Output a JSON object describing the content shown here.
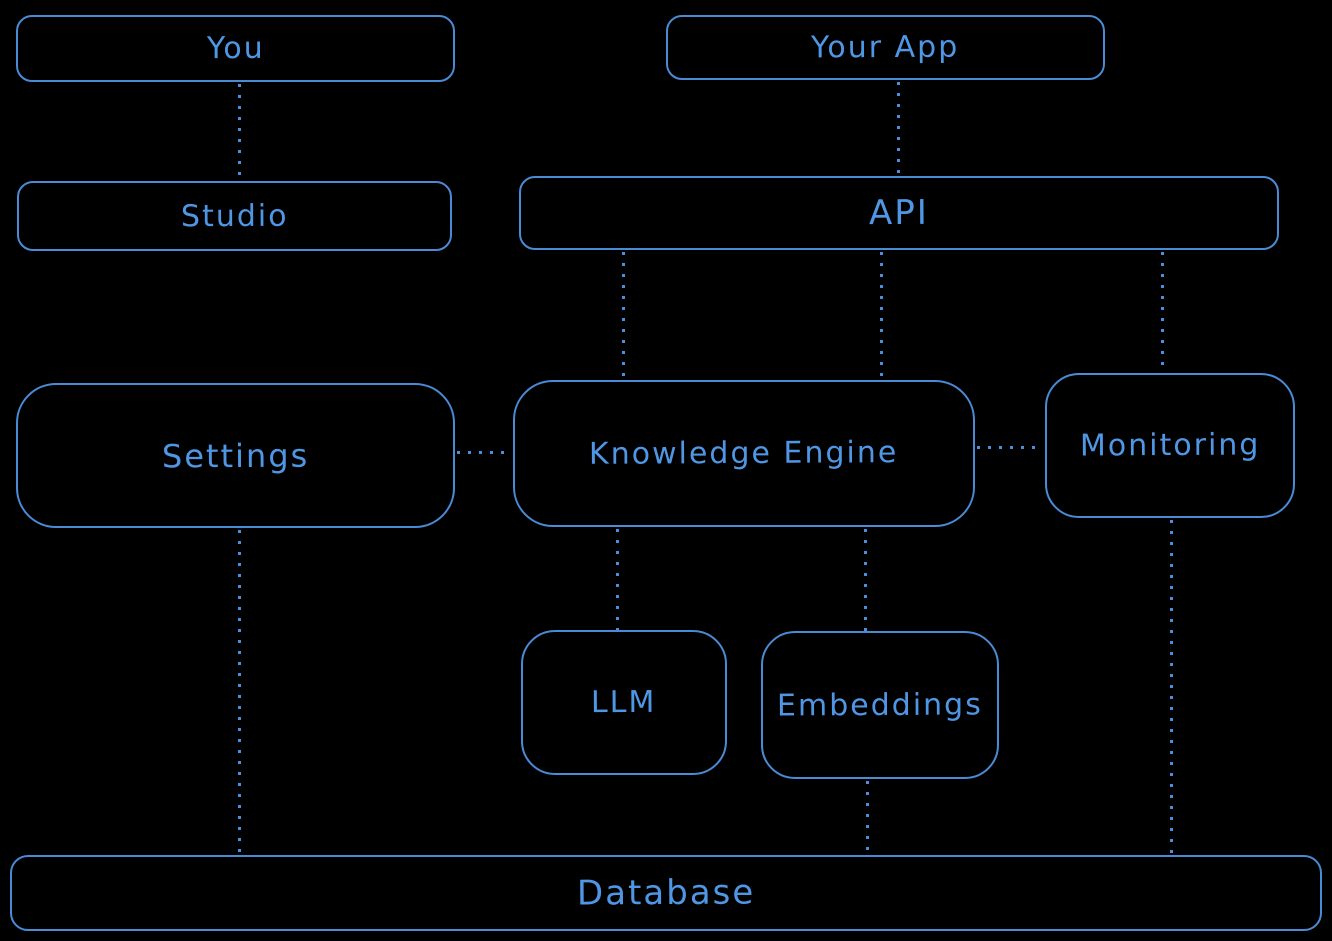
{
  "diagram": {
    "type": "architecture-flowchart",
    "style": "hand-drawn",
    "colors": {
      "background": "#000000",
      "node_border": "#4a8bd6",
      "node_text": "#4f97e4",
      "edge": "#4a8fdd"
    },
    "nodes": {
      "you": {
        "label": "You"
      },
      "your_app": {
        "label": "Your App"
      },
      "studio": {
        "label": "Studio"
      },
      "api": {
        "label": "API"
      },
      "settings": {
        "label": "Settings"
      },
      "knowledge_engine": {
        "label": "Knowledge Engine"
      },
      "monitoring": {
        "label": "Monitoring"
      },
      "llm": {
        "label": "LLM"
      },
      "embeddings": {
        "label": "Embeddings"
      },
      "database": {
        "label": "Database"
      }
    },
    "edges": [
      {
        "from": "You",
        "to": "Studio",
        "style": "dotted"
      },
      {
        "from": "Your App",
        "to": "API",
        "style": "dotted"
      },
      {
        "from": "API",
        "to": "Knowledge Engine",
        "style": "dotted"
      },
      {
        "from": "API",
        "to": "Knowledge Engine",
        "style": "dotted"
      },
      {
        "from": "API",
        "to": "Monitoring",
        "style": "dotted"
      },
      {
        "from": "Settings",
        "to": "Knowledge Engine",
        "style": "dotted"
      },
      {
        "from": "Knowledge Engine",
        "to": "Monitoring",
        "style": "dotted"
      },
      {
        "from": "Settings",
        "to": "Database",
        "style": "dotted"
      },
      {
        "from": "Knowledge Engine",
        "to": "LLM",
        "style": "dotted"
      },
      {
        "from": "Knowledge Engine",
        "to": "Embeddings",
        "style": "dotted"
      },
      {
        "from": "Embeddings",
        "to": "Database",
        "style": "dotted"
      },
      {
        "from": "Monitoring",
        "to": "Database",
        "style": "dotted"
      }
    ]
  }
}
